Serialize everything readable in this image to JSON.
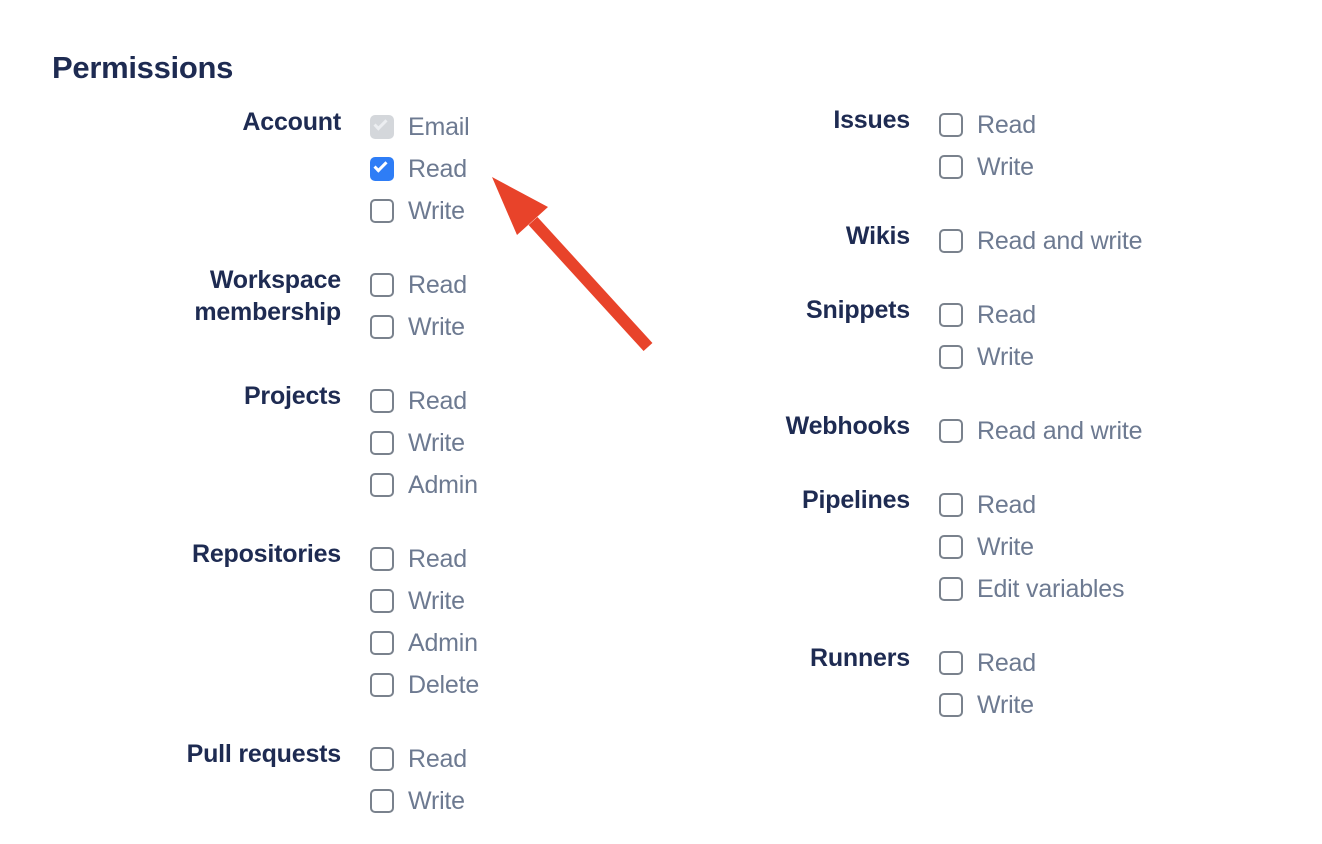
{
  "page": {
    "title": "Permissions"
  },
  "colors": {
    "heading": "#1e2b52",
    "group_label": "#1e2b52",
    "option_label": "#6d7a91",
    "checked_blue": "#2e7df6",
    "disabled_checkbox_bg": "#d4d7db",
    "disabled_checkmark": "#eceef1",
    "unchecked_border": "#7a828d",
    "arrow_red": "#e8432a"
  },
  "permissions": {
    "left": [
      {
        "group": "Account",
        "options": [
          {
            "label": "Email",
            "state": "checked_disabled"
          },
          {
            "label": "Read",
            "state": "checked"
          },
          {
            "label": "Write",
            "state": "unchecked"
          }
        ]
      },
      {
        "group": "Workspace membership",
        "options": [
          {
            "label": "Read",
            "state": "unchecked"
          },
          {
            "label": "Write",
            "state": "unchecked"
          }
        ]
      },
      {
        "group": "Projects",
        "options": [
          {
            "label": "Read",
            "state": "unchecked"
          },
          {
            "label": "Write",
            "state": "unchecked"
          },
          {
            "label": "Admin",
            "state": "unchecked"
          }
        ]
      },
      {
        "group": "Repositories",
        "options": [
          {
            "label": "Read",
            "state": "unchecked"
          },
          {
            "label": "Write",
            "state": "unchecked"
          },
          {
            "label": "Admin",
            "state": "unchecked"
          },
          {
            "label": "Delete",
            "state": "unchecked"
          }
        ]
      },
      {
        "group": "Pull requests",
        "options": [
          {
            "label": "Read",
            "state": "unchecked"
          },
          {
            "label": "Write",
            "state": "unchecked"
          }
        ]
      }
    ],
    "right": [
      {
        "group": "Issues",
        "options": [
          {
            "label": "Read",
            "state": "unchecked"
          },
          {
            "label": "Write",
            "state": "unchecked"
          }
        ]
      },
      {
        "group": "Wikis",
        "options": [
          {
            "label": "Read and write",
            "state": "unchecked"
          }
        ]
      },
      {
        "group": "Snippets",
        "options": [
          {
            "label": "Read",
            "state": "unchecked"
          },
          {
            "label": "Write",
            "state": "unchecked"
          }
        ]
      },
      {
        "group": "Webhooks",
        "options": [
          {
            "label": "Read and write",
            "state": "unchecked"
          }
        ]
      },
      {
        "group": "Pipelines",
        "options": [
          {
            "label": "Read",
            "state": "unchecked"
          },
          {
            "label": "Write",
            "state": "unchecked"
          },
          {
            "label": "Edit variables",
            "state": "unchecked"
          }
        ]
      },
      {
        "group": "Runners",
        "options": [
          {
            "label": "Read",
            "state": "unchecked"
          },
          {
            "label": "Write",
            "state": "unchecked"
          }
        ]
      }
    ]
  },
  "annotation": {
    "type": "red-arrow",
    "points_to": "Account Read checkbox"
  }
}
